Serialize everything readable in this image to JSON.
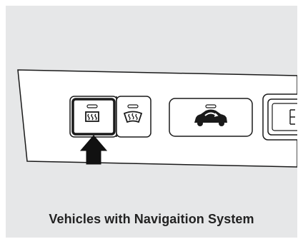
{
  "figure": {
    "caption": "Vehicles with Navigaition System",
    "controls": [
      {
        "name": "rear-defroster-button",
        "icon": "rear-defroster-icon",
        "indicator": "on",
        "highlighted": true
      },
      {
        "name": "front-defroster-button",
        "icon": "front-defroster-icon",
        "indicator": "off",
        "highlighted": false
      },
      {
        "name": "recirculation-button",
        "icon": "recirculation-icon",
        "indicator": "off",
        "highlighted": false
      }
    ],
    "pointer": "arrow-up",
    "colors": {
      "background": "#e6e7e8",
      "panel": "#ffffff",
      "line": "#1a1a1a"
    }
  }
}
